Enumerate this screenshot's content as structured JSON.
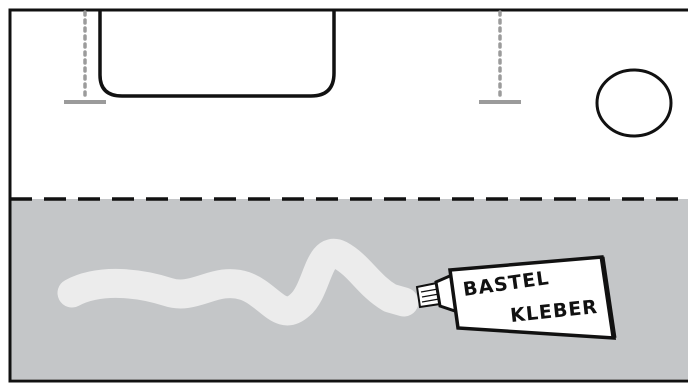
{
  "tube": {
    "label_line1": "BASTEL",
    "label_line2": "KLEBER"
  },
  "colors": {
    "outline": "#111111",
    "lower_panel": "#c4c6c8",
    "glue_trail": "#ececec",
    "dotted_marker": "#9b9b9b",
    "background": "#ffffff"
  },
  "icons": {
    "glue_tube": "glue-tube-icon",
    "finger_hole": "oval-hole",
    "cutout": "rounded-cutout"
  }
}
